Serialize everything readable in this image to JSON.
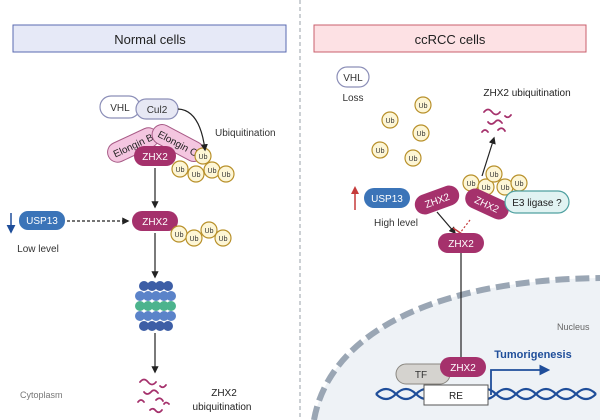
{
  "left_panel": {
    "header": "Normal cells",
    "vhl": "VHL",
    "cul2": "Cul2",
    "elongin_b": "Elongin B",
    "elongin_c": "Elongin C",
    "zhx2": "ZHX2",
    "ubiquitination": "Ubiquitination",
    "usp13": "USP13",
    "low_level": "Low level",
    "cytoplasm": "Cytoplasm",
    "result_line1": "ZHX2",
    "result_line2": "ubiquitination"
  },
  "right_panel": {
    "header": "ccRCC cells",
    "vhl": "VHL",
    "loss": "Loss",
    "zhx2_ubiquitination": "ZHX2 ubiquitination",
    "usp13": "USP13",
    "high_level": "High level",
    "zhx2": "ZHX2",
    "e3_ligase": "E3 ligase ?",
    "nucleus": "Nucleus",
    "tf": "TF",
    "re": "RE",
    "tumorigenesis": "Tumorigenesis"
  },
  "ub_label": "Ub",
  "colors": {
    "left_header_bg": "#e6e9f7",
    "right_header_bg": "#fde1e4",
    "zhx2": "#a5316c",
    "usp13": "#3b74b8",
    "elongin": "#f4c6e0",
    "ub_fill": "#fdf6d6",
    "ub_stroke": "#b8902a",
    "dna_blue": "#1f4e9a",
    "nucleus_bg": "#eef2f6"
  }
}
